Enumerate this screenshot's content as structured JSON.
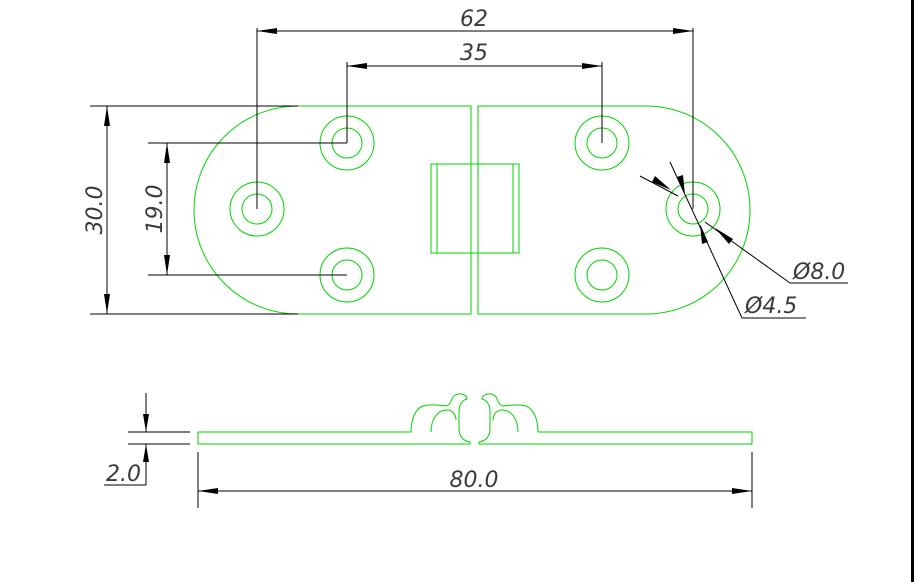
{
  "drawing": {
    "colors": {
      "part_outline": "#00d400",
      "dimension_lines": "#000000",
      "dimension_text": "#3a3a3a",
      "background": "#ffffff"
    },
    "dimensions": {
      "overall_hole_span": "62",
      "inner_hole_span": "35",
      "plate_width": "30.0",
      "hole_vertical_spacing": "19.0",
      "outer_diameter": "Ø8.0",
      "hole_diameter": "Ø4.5",
      "thickness": "2.0",
      "overall_length": "80.0"
    }
  }
}
